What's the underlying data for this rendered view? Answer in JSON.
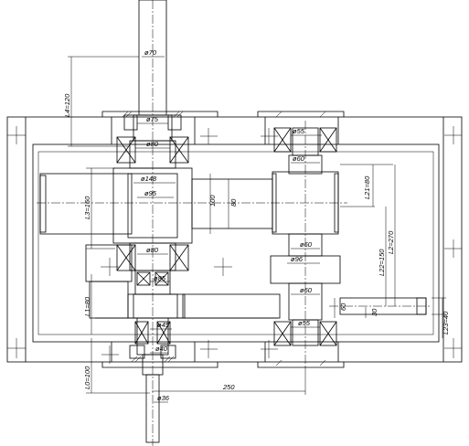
{
  "drawing": {
    "colors": {
      "line": "#000000",
      "background": "#ffffff"
    },
    "dimensions": {
      "shaft_input_dia": "ø70",
      "bearing_top_dia": "ø75",
      "seal_top_dia": "ø80",
      "gear_hub_dia": "ø148",
      "shaft_mid_dia": "ø95",
      "bearing_low_dia": "ø80",
      "small_gear_dia": "ø85",
      "bottom_bearing_dia": "ø45",
      "bottom_seal_dia": "ø40",
      "output_shaft_dia": "ø36",
      "right_top_bearing_dia": "ø55",
      "right_seal_dia": "ø60",
      "right_mid_dia1": "ø60",
      "right_gear_dia": "ø96",
      "right_mid_dia2": "ø60",
      "right_bottom_bearing_dia": "ø55",
      "len_100": "100",
      "len_80": "80",
      "len_60": "60",
      "len_30": "30",
      "len_250": "250",
      "L4": "L4=120",
      "L3": "L3=160",
      "L1": "L1=80",
      "L0": "L0=100",
      "L21": "L21=80",
      "L22": "L22=150",
      "L2": "L2=270",
      "L23": "L23=40"
    }
  }
}
